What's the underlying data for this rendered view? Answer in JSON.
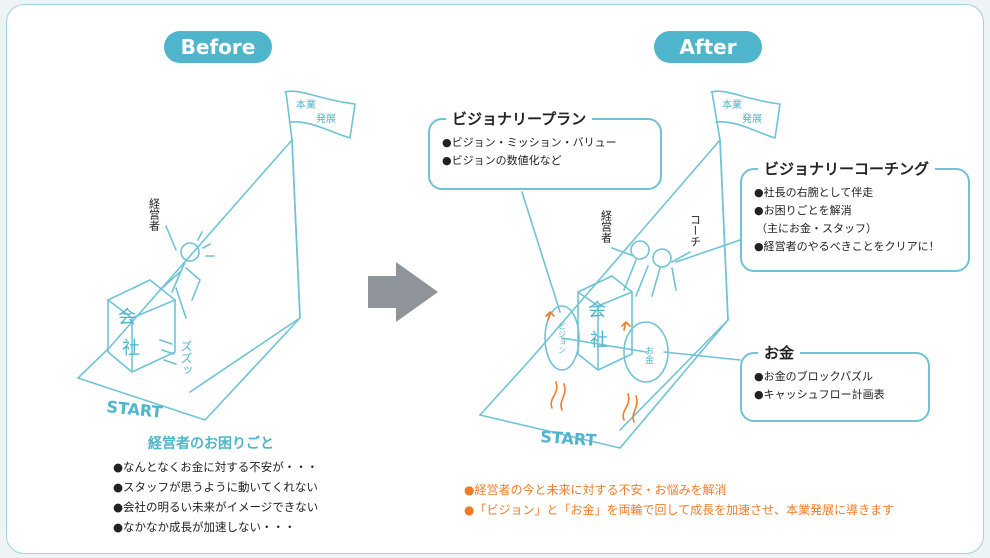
{
  "labels": {
    "before": "Before",
    "after": "After"
  },
  "before_scene": {
    "flag": [
      "本業",
      "発展"
    ],
    "manager": "経営者",
    "company": [
      "会",
      "社"
    ],
    "slip_sound": "ズズッ",
    "start": "START"
  },
  "after_scene": {
    "flag": [
      "本業",
      "発展"
    ],
    "manager": "経営者",
    "coach": "コーチ",
    "company": [
      "会",
      "社"
    ],
    "wheel_vision": "ビジョン",
    "wheel_money": "お金",
    "start": "START"
  },
  "worries": {
    "title": "経営者のお困りごと",
    "items": [
      "●なんとなくお金に対する不安が・・・",
      "●スタッフが思うように動いてくれない",
      "●会社の明るい未来がイメージできない",
      "●なかなか成長が加速しない・・・"
    ]
  },
  "vision_plan": {
    "title": "ビジョナリープラン",
    "items": [
      "●ビジョン・ミッション・バリュー",
      "●ビジョンの数値化など"
    ]
  },
  "vision_coaching": {
    "title": "ビジョナリーコーチング",
    "items": [
      "●社長の右腕として伴走",
      "●お困りごとを解消",
      "（主にお金・スタッフ）",
      "●経営者のやるべきことをクリアに！"
    ]
  },
  "money": {
    "title": "お金",
    "items": [
      "●お金のブロックパズル",
      "●キャッシュフロー計画表"
    ]
  },
  "results": [
    "●経営者の今と未来に対する不安・お悩みを解消",
    "●「ビジョン」と「お金」を両輪で回して成長を加速させ、本業発展に導きます"
  ],
  "colors": {
    "accent": "#4fb5cc",
    "line": "#6fc3d6",
    "orange": "#f07c2a",
    "arrow": "#8e9499"
  }
}
